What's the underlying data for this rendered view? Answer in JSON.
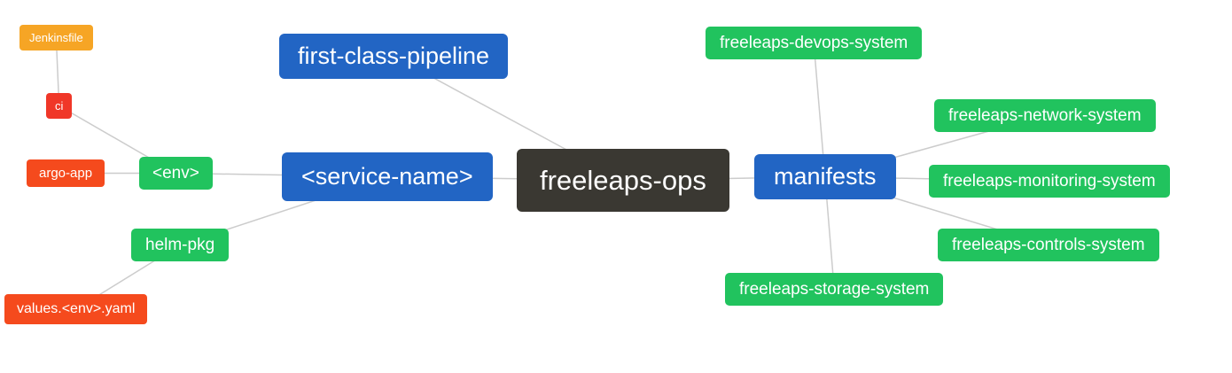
{
  "diagram": {
    "type": "mindmap",
    "edge_color": "#cccccc",
    "nodes": {
      "jenkinsfile": {
        "label": "Jenkinsfile",
        "color": "#f6a525"
      },
      "ci": {
        "label": "ci",
        "color": "#f03728"
      },
      "argo_app": {
        "label": "argo-app",
        "color": "#f54a1d"
      },
      "env": {
        "label": "<env>",
        "color": "#21c35e"
      },
      "helm_pkg": {
        "label": "helm-pkg",
        "color": "#21c35e"
      },
      "values_env_yaml": {
        "label": "values.<env>.yaml",
        "color": "#f54a1d"
      },
      "first_class_pipeline": {
        "label": "first-class-pipeline",
        "color": "#2265c4"
      },
      "service_name": {
        "label": "<service-name>",
        "color": "#2265c4"
      },
      "freeleaps_ops": {
        "label": "freeleaps-ops",
        "color": "#3a3832"
      },
      "manifests": {
        "label": "manifests",
        "color": "#2265c4"
      },
      "devops_system": {
        "label": "freeleaps-devops-system",
        "color": "#21c35e"
      },
      "network_system": {
        "label": "freeleaps-network-system",
        "color": "#21c35e"
      },
      "monitoring_system": {
        "label": "freeleaps-monitoring-system",
        "color": "#21c35e"
      },
      "controls_system": {
        "label": "freeleaps-controls-system",
        "color": "#21c35e"
      },
      "storage_system": {
        "label": "freeleaps-storage-system",
        "color": "#21c35e"
      }
    },
    "connections": [
      [
        "jenkinsfile",
        "ci"
      ],
      [
        "ci",
        "env"
      ],
      [
        "argo_app",
        "env"
      ],
      [
        "env",
        "service_name"
      ],
      [
        "helm_pkg",
        "service_name"
      ],
      [
        "values_env_yaml",
        "helm_pkg"
      ],
      [
        "first_class_pipeline",
        "freeleaps_ops"
      ],
      [
        "service_name",
        "freeleaps_ops"
      ],
      [
        "freeleaps_ops",
        "manifests"
      ],
      [
        "manifests",
        "devops_system"
      ],
      [
        "manifests",
        "network_system"
      ],
      [
        "manifests",
        "monitoring_system"
      ],
      [
        "manifests",
        "controls_system"
      ],
      [
        "manifests",
        "storage_system"
      ]
    ]
  }
}
